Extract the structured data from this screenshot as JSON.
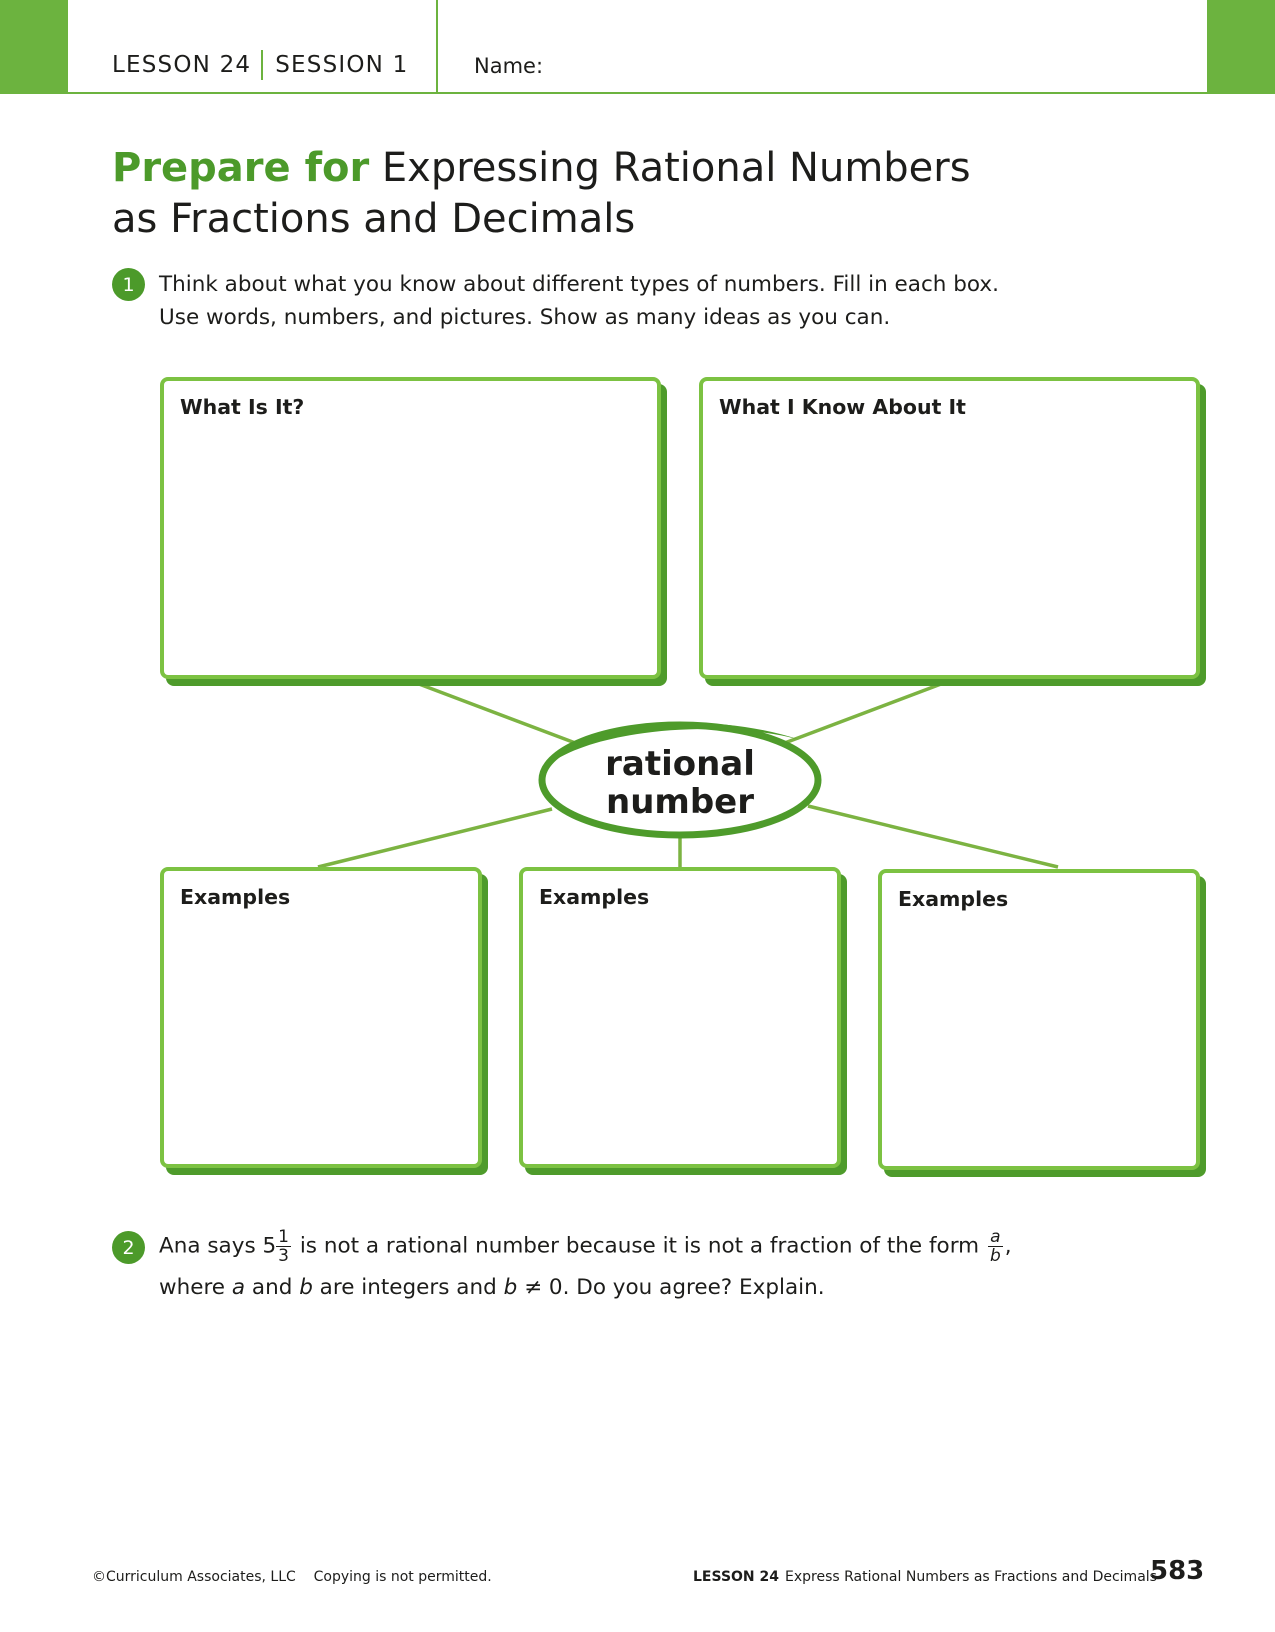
{
  "header": {
    "lesson": "LESSON 24",
    "session": "SESSION 1",
    "name_label": "Name:"
  },
  "title": {
    "prefix": "Prepare for",
    "line1": "Expressing Rational Numbers",
    "line2": "as Fractions and Decimals"
  },
  "question1": {
    "number": "1",
    "line1": "Think about what you know about different types of numbers. Fill in each box.",
    "line2": "Use words, numbers, and pictures. Show as many ideas as you can."
  },
  "concept_map": {
    "center_line1": "rational",
    "center_line2": "number",
    "boxes": [
      {
        "label": "What Is It?"
      },
      {
        "label": "What I Know About It"
      },
      {
        "label": "Examples"
      },
      {
        "label": "Examples"
      },
      {
        "label": "Examples"
      }
    ]
  },
  "question2": {
    "number": "2",
    "part1": "Ana says 5",
    "mixed_num": "1",
    "mixed_den": "3",
    "part2": " is not a rational number because it is not a fraction of the form ",
    "form_num": "a",
    "form_den": "b",
    "part3": ",",
    "line2_a": "where ",
    "var_a": "a",
    "line2_b": " and ",
    "var_b": "b",
    "line2_c": " are integers and ",
    "var_b2": "b",
    "line2_d": " ≠ 0. Do you agree? Explain."
  },
  "footer": {
    "copyright": "©Curriculum Associates, LLC",
    "notice": "Copying is not permitted.",
    "lesson": "LESSON 24",
    "lesson_title": "Express Rational Numbers as Fractions and Decimals",
    "page_number": "583"
  },
  "colors": {
    "header_green": "#6cb33f",
    "title_green": "#4c9a2a",
    "box_border": "#7cc242",
    "box_shadow": "#4e9b2b"
  }
}
